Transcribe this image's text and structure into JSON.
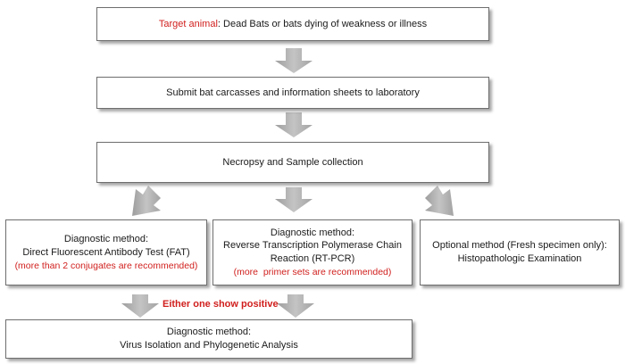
{
  "flowchart": {
    "box1": {
      "label": "Target animal",
      "separator": ":",
      "text": " Dead Bats or bats dying of weakness or illness"
    },
    "box2": {
      "text": "Submit bat carcasses and information sheets to laboratory"
    },
    "box3": {
      "text": "Necropsy and Sample collection"
    },
    "box_fat": {
      "title": "Diagnostic method:",
      "method": "Direct Fluorescent Antibody Test (FAT)",
      "note": "(more than 2 conjugates are recommended)"
    },
    "box_rtpcr": {
      "title": "Diagnostic method:",
      "method_line1": "Reverse Transcription Polymerase Chain",
      "method_line2": "Reaction (RT-PCR)",
      "note": "(more  primer sets are recommended)"
    },
    "box_optional": {
      "line1": "Optional method (Fresh specimen only):",
      "line2": "Histopathologic Examination"
    },
    "condition_label": "Either one show positive",
    "box_final": {
      "title": "Diagnostic method:",
      "method": "Virus Isolation and Phylogenetic Analysis"
    }
  },
  "colors": {
    "accent_red": "#d0201e",
    "arrow_gray": "#b3b3b3",
    "border_gray": "#6e6e6e"
  }
}
